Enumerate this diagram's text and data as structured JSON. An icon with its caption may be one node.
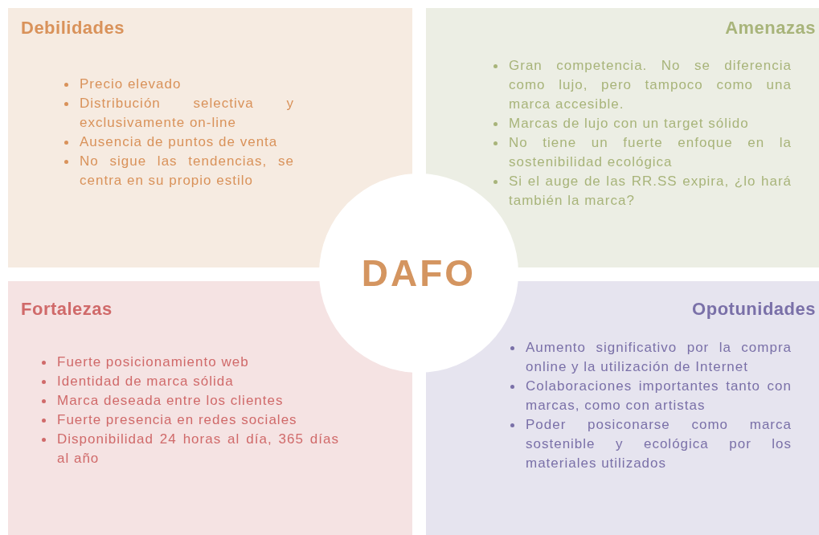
{
  "diagram": {
    "nodes": [
      {
        "text": [
          "Debilidades",
          "Precio elevado",
          "Distribución selectiva y exclusivamente on-line",
          "Ausencia de puntos de venta",
          "No sigue las tendencias, se centra en su propio estilo"
        ]
      },
      {
        "text": [
          "Amenazas",
          "Gran competencia. No se diferencia como lujo, pero tampoco como una marca accesible.",
          "Marcas  de lujo con un target sólido",
          "No tiene un fuerte enfoque en la sostenibilidad ecológica",
          "Si el auge de las RR.SS expira, ¿lo hará también la marca?"
        ]
      },
      {
        "text": [
          "DAFO"
        ]
      },
      {
        "text": [
          "Fortalezas",
          "Fuerte posicionamiento web",
          "Identidad de marca sólida",
          "Marca deseada entre los clientes",
          "Fuerte presencia en redes sociales",
          "Disponibilidad 24 horas al día, 365 días al año"
        ]
      },
      {
        "text": [
          "Opotunidades",
          "Aumento significativo por la compra online y la utilización de Internet",
          "Colaboraciones importantes tanto con marcas, como con artistas",
          "Poder posiconarse como marca sostenible y ecológica por los materiales utilizados"
        ]
      }
    ]
  }
}
